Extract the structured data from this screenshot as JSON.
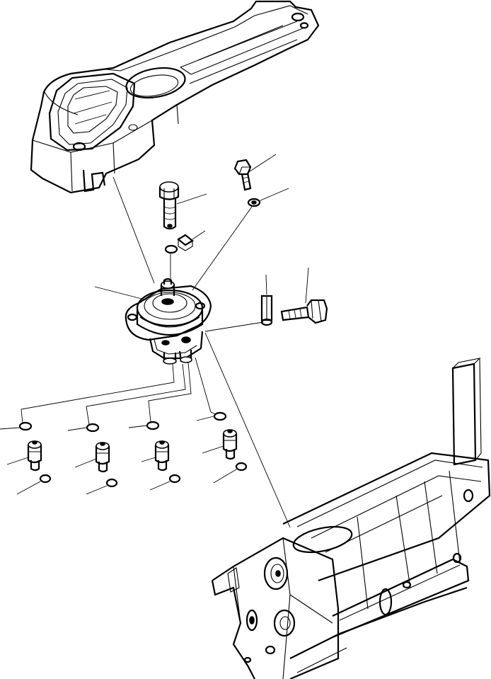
{
  "figure": {
    "kind": "exploded parts diagram",
    "line_color": "#000000",
    "background": "#ffffff"
  },
  "parts": [
    {
      "id": "console-cover",
      "icon": "console-cover-icon"
    },
    {
      "id": "bolt-large",
      "icon": "bolt-icon"
    },
    {
      "id": "bolt-small",
      "icon": "bolt-icon"
    },
    {
      "id": "washer-top",
      "icon": "washer-icon"
    },
    {
      "id": "bushing",
      "icon": "bushing-icon"
    },
    {
      "id": "o-ring-upper",
      "icon": "o-ring-icon"
    },
    {
      "id": "pilot-control-valve",
      "icon": "valve-icon"
    },
    {
      "id": "pin",
      "icon": "pin-icon"
    },
    {
      "id": "bolt-side",
      "icon": "bolt-icon"
    },
    {
      "id": "fitting-1",
      "icon": "fitting-icon"
    },
    {
      "id": "fitting-2",
      "icon": "fitting-icon"
    },
    {
      "id": "fitting-3",
      "icon": "fitting-icon"
    },
    {
      "id": "fitting-4",
      "icon": "fitting-icon"
    },
    {
      "id": "console-frame",
      "icon": "frame-icon"
    }
  ]
}
